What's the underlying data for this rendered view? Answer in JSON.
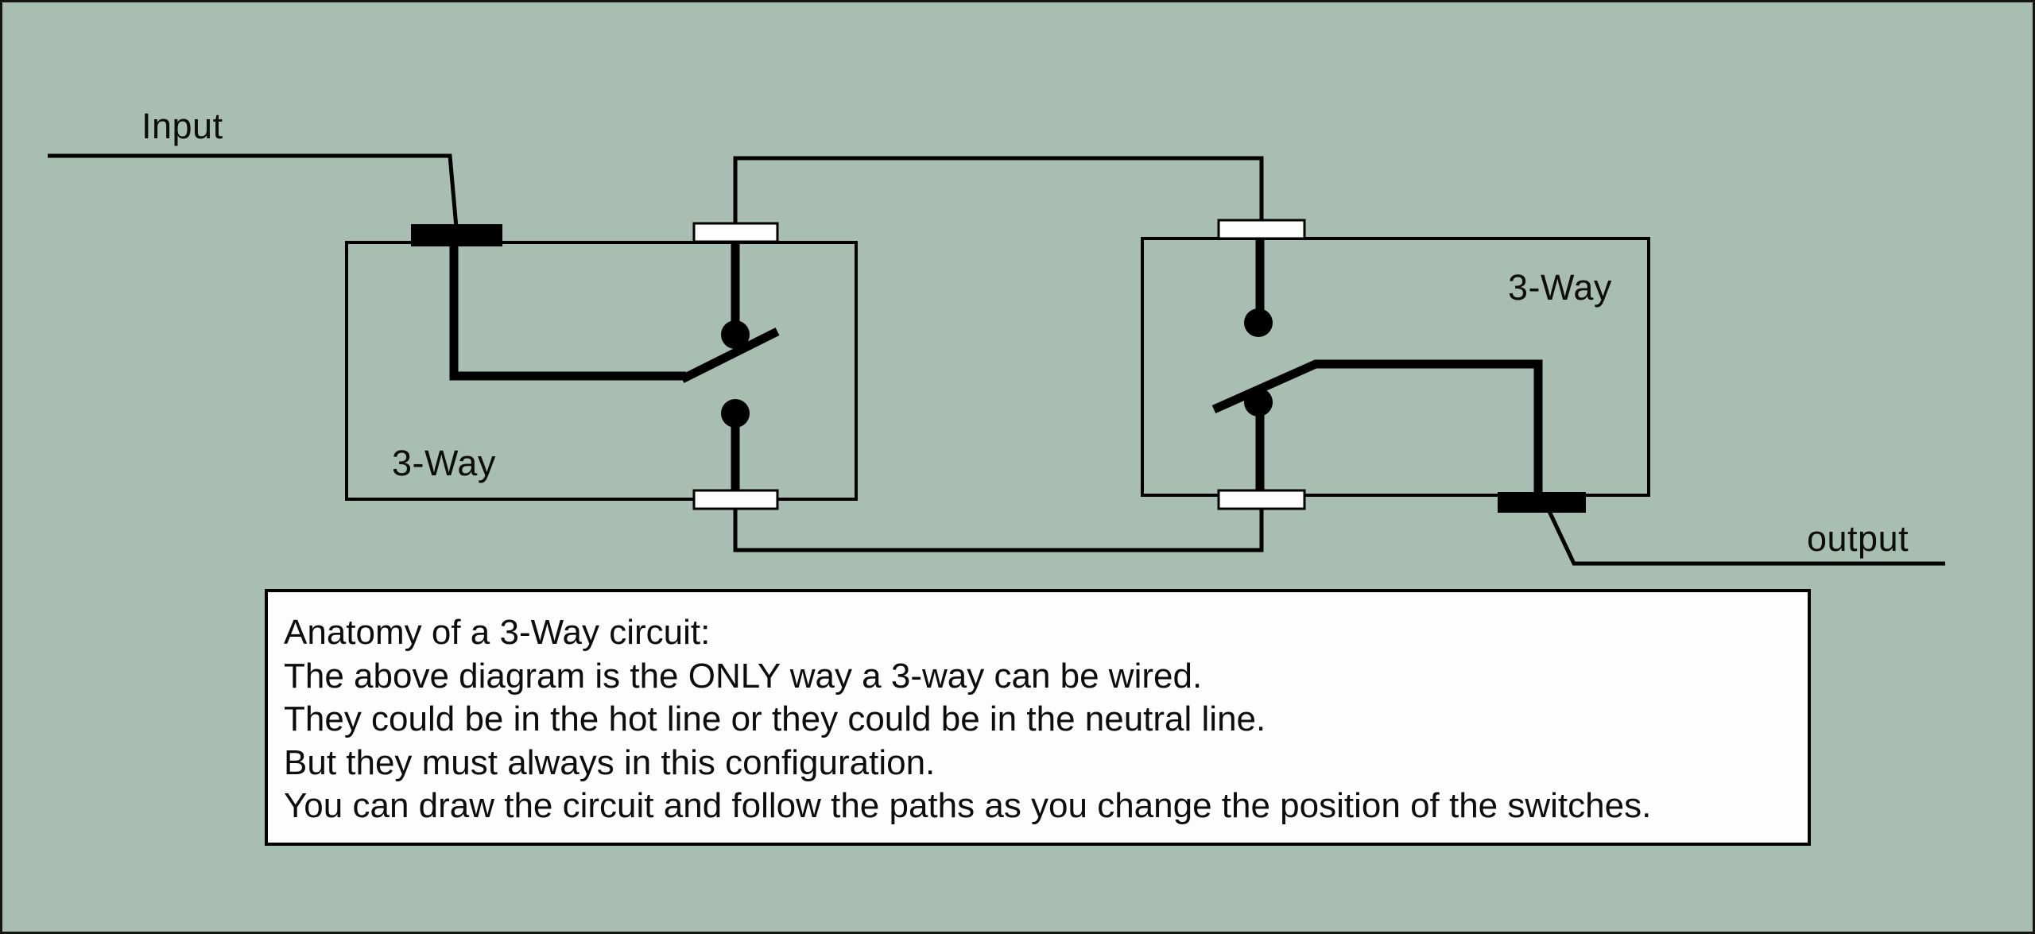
{
  "labels": {
    "input": "Input",
    "left_switch": "3-Way",
    "right_switch": "3-Way",
    "output": "output"
  },
  "note": {
    "lines": [
      "Anatomy of a 3-Way circuit:",
      "The above diagram is the ONLY way a 3-way can be wired.",
      "They could be in the hot line or they could be in the neutral line.",
      "But they must always in this configuration.",
      "You can draw the circuit and follow the paths as you change the position of the switches."
    ]
  },
  "colors": {
    "background": "#a9beb2",
    "line": "#000000",
    "panel": "#fdfdfd"
  }
}
